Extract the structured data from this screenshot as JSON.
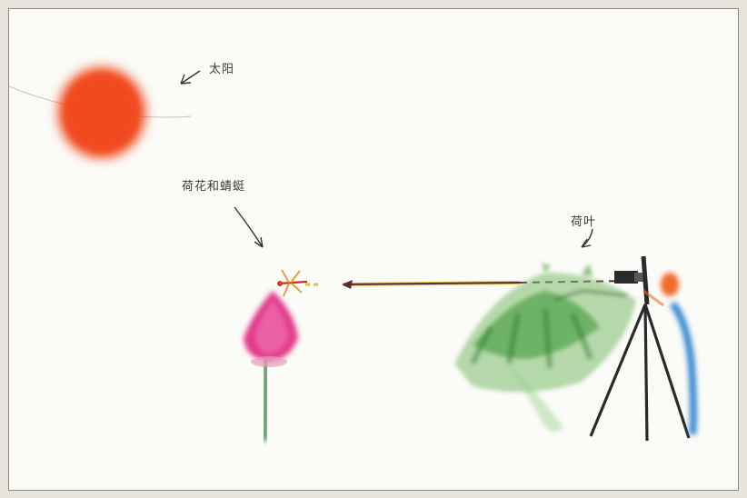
{
  "labels": {
    "sun": "太阳",
    "lotus_dragonfly": "荷花和蜻蜓",
    "lotus_leaf": "荷叶"
  },
  "colors": {
    "sun": "#f04a1f",
    "lotus": "#e23a8a",
    "leaf": "#3f9a3a",
    "stem": "#3a7a4a",
    "arrow_line": "#5a2a3a",
    "arrow_highlight": "#e8c040",
    "tripod": "#2a2a2a",
    "person_head": "#f06a2a",
    "person_body": "#3a8ad0"
  },
  "icons": {
    "annotation_arrow": "hand-drawn-arrow-icon",
    "sight_line": "arrow-left-icon"
  }
}
